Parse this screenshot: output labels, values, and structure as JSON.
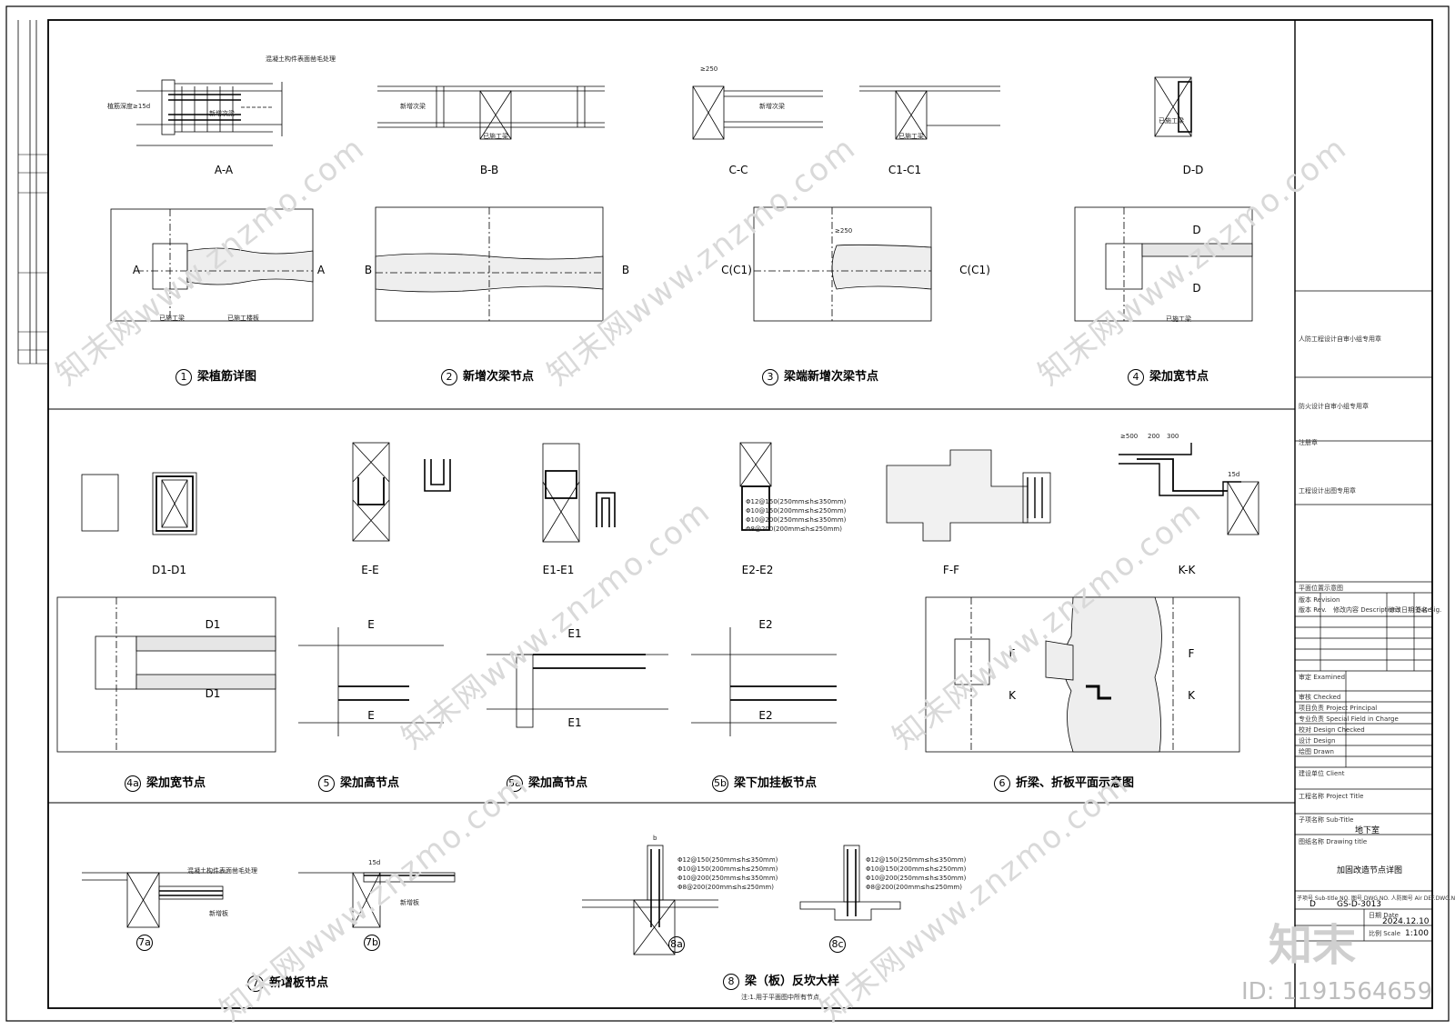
{
  "sections_row1": [
    "A-A",
    "B-B",
    "C-C",
    "C1-C1",
    "D-D"
  ],
  "plan_labels_row1": {
    "a": "A",
    "b": "B",
    "c": "C(C1)",
    "d": "D"
  },
  "nodes_row1": [
    {
      "num": "1",
      "title": "梁植筋详图"
    },
    {
      "num": "2",
      "title": "新增次梁节点"
    },
    {
      "num": "3",
      "title": "梁端新增次梁节点"
    },
    {
      "num": "4",
      "title": "梁加宽节点"
    }
  ],
  "sections_row2": [
    "D1-D1",
    "E-E",
    "E1-E1",
    "E2-E2",
    "F-F",
    "K-K"
  ],
  "plan_labels_row2": {
    "d1": "D1",
    "e": "E",
    "e1": "E1",
    "e2": "E2",
    "f": "F",
    "k": "K"
  },
  "nodes_row2": [
    {
      "num": "4a",
      "title": "梁加宽节点"
    },
    {
      "num": "5",
      "title": "梁加高节点"
    },
    {
      "num": "5a",
      "title": "梁加高节点"
    },
    {
      "num": "5b",
      "title": "梁下加挂板节点"
    },
    {
      "num": "6",
      "title": "折梁、折板平面示意图"
    }
  ],
  "sub_details": [
    "7a",
    "7b",
    "8a",
    "8c"
  ],
  "nodes_row3": [
    {
      "num": "7",
      "title": "新增板节点"
    },
    {
      "num": "8",
      "title": "梁（板）反坎大样"
    }
  ],
  "annotations": {
    "existing_beam": "已施工梁",
    "existing_slab": "已施工楼板",
    "new_beam": "新增次梁",
    "new_slab": "新增板",
    "plant_bar": "植筋深度≥15d",
    "concrete_note": "混凝土构件表面凿毛处理",
    "dim_250": "≥250",
    "dim_500": "≥500",
    "dim_200": "200",
    "dim_300": "300",
    "dim_15d": "15d",
    "dim_b": "b",
    "rebar_1": "Φ12@150(250mm≤h≤350mm)",
    "rebar_2": "Φ10@150(200mm≤h≤250mm)",
    "rebar_3": "Φ10@200(250mm≤h≤350mm)",
    "rebar_4": "Φ8@200(200mm≤h≤250mm)",
    "bottom_note": "注:1.用于平面图中所有节点"
  },
  "title_block": {
    "stamp1": "人防工程设计自审小组专用章",
    "stamp2": "防火设计自审小组专用章",
    "stamp3": "注册章",
    "stamp4": "工程设计出图专用章",
    "keyplan": "平面位置示意图",
    "revision_header": "版本 Revision",
    "rev_cols": [
      "版本 Rev.",
      "修改内容 Descriptions",
      "修改日期 Date",
      "签名 Sig."
    ],
    "roles": [
      "审定 Examined",
      "审核 Checked",
      "项目负责 Project Principal",
      "专业负责 Special Field in Charge",
      "校对 Design Checked",
      "设计 Design",
      "绘图 Drawn"
    ],
    "client_label": "建设单位 Client",
    "project_label": "工程名称 Project Title",
    "subtitle_label": "子项名称 Sub-Title",
    "subtitle_value": "地下室",
    "drawing_label": "图纸名称 Drawing title",
    "drawing_value": "加固改造节点详图",
    "sheet_row": "子项号 Sub-title NO.  图号 DWG.NO.  人防图号 Air DEF.DWG.NO.",
    "sheet_code": "D",
    "dwg_no": "GS-D-3013",
    "date_label": "日期 Date",
    "date_value": "2024.12.10",
    "scale_label": "比例 Scale",
    "scale_value": "1:100"
  },
  "watermark": {
    "text": "知末网www.znzmo.com",
    "brand": "知末",
    "id": "ID: 1191564659"
  }
}
